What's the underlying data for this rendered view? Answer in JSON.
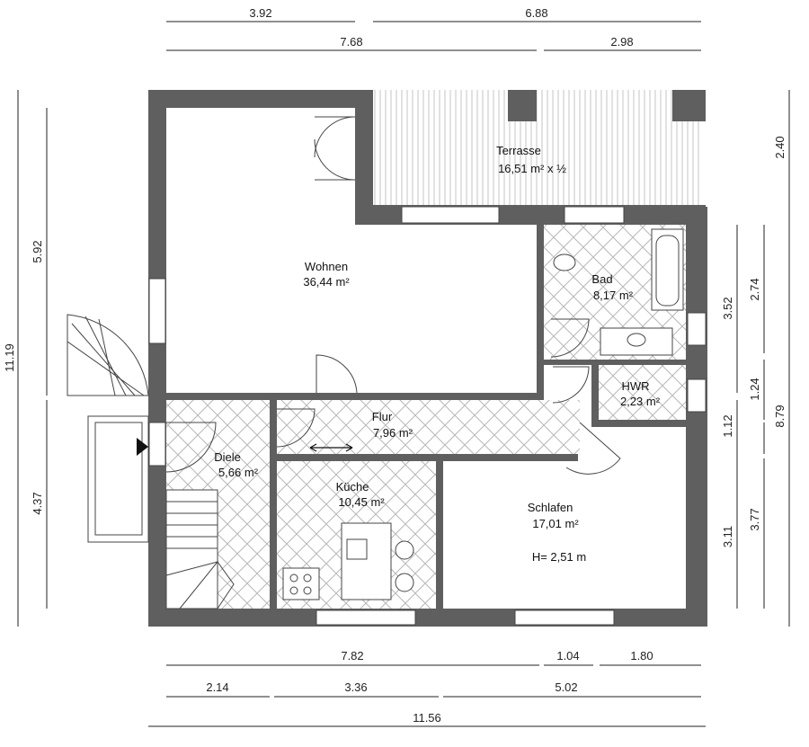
{
  "dimensions": {
    "top_row1": [
      "3.92",
      "6.88"
    ],
    "top_row2": [
      "7.68",
      "2.98"
    ],
    "bottom_row1": [
      "7.82",
      "1.04",
      "1.80"
    ],
    "bottom_row2": [
      "2.14",
      "3.36",
      "5.02"
    ],
    "bottom_total": "11.56",
    "left_total": "11.19",
    "left_upper": "5.92",
    "left_lower": "4.37",
    "right_terrace": "2.40",
    "right_inner": [
      "2.74",
      "1.24",
      "1.12",
      "3.11"
    ],
    "right_mid": [
      "3.52",
      "3.77"
    ],
    "right_total": "8.79"
  },
  "rooms": {
    "terrasse": {
      "name": "Terrasse",
      "area": "16,51 m² x ½"
    },
    "wohnen": {
      "name": "Wohnen",
      "area": "36,44 m²"
    },
    "bad": {
      "name": "Bad",
      "area": "8,17 m²"
    },
    "hwr": {
      "name": "HWR",
      "area": "2,23 m²"
    },
    "flur": {
      "name": "Flur",
      "area": "7,96 m²"
    },
    "diele": {
      "name": "Diele",
      "area": "5,66 m²"
    },
    "kueche": {
      "name": "Küche",
      "area": "10,45 m²"
    },
    "schlafen": {
      "name": "Schlafen",
      "area": "17,01 m²",
      "height_note": "H= 2,51 m"
    }
  },
  "colors": {
    "wall": "#5f5f5f",
    "line": "#222222",
    "tile": "#b8b8b8"
  }
}
